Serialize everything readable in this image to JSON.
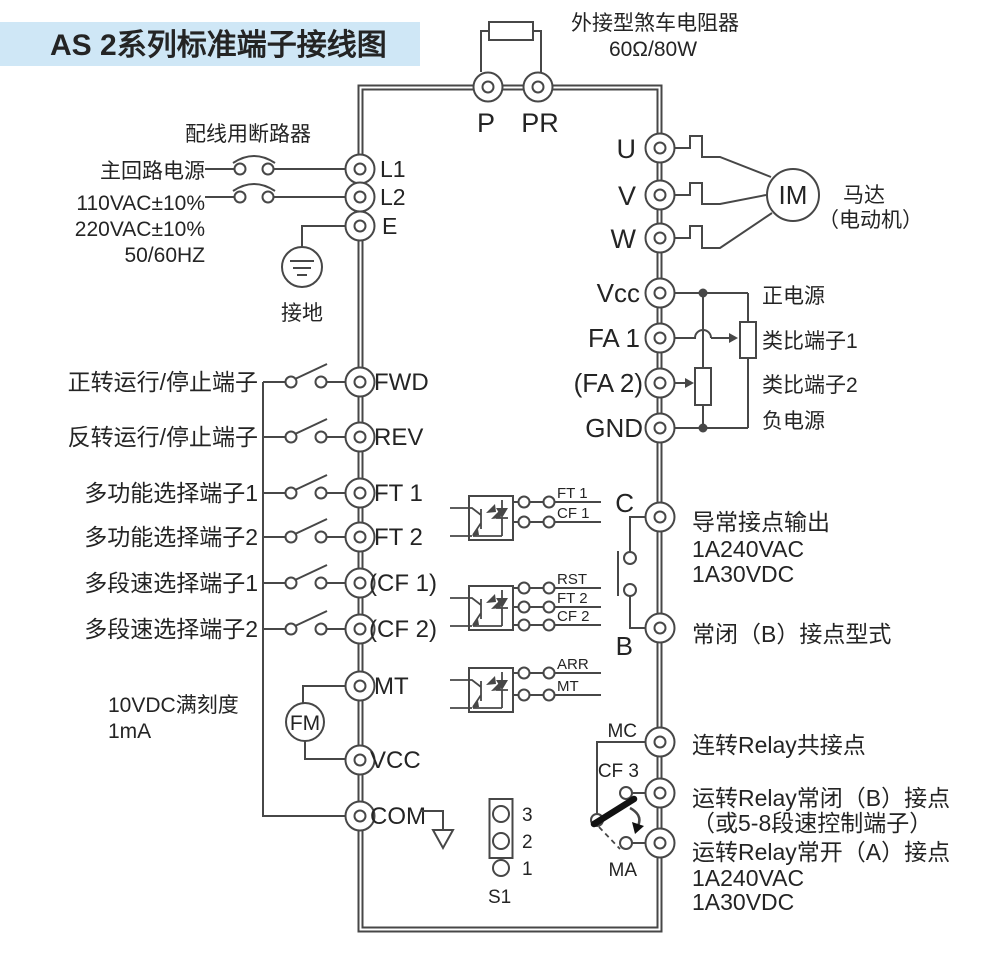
{
  "title": "AS 2系列标准端子接线图",
  "colors": {
    "line": "#474747",
    "text": "#242424",
    "title_bg": "#cfe7f6",
    "lever": "#111111"
  },
  "brake": {
    "label": "外接型煞车电阻器",
    "rating": "60Ω/80W",
    "p": "P",
    "pr": "PR"
  },
  "power": {
    "breaker": "配线用断路器",
    "main": "主回路电源",
    "volt1": "110VAC±10%",
    "volt2": "220VAC±10%",
    "freq": "50/60HZ",
    "ground": "接地",
    "l1": "L1",
    "l2": "L2",
    "e": "E"
  },
  "motor": {
    "u": "U",
    "v": "V",
    "w": "W",
    "im": "IM",
    "name": "马达",
    "name2": "（电动机）"
  },
  "analog": {
    "vcc": "Vcc",
    "fa1": "FA 1",
    "fa2": "(FA 2)",
    "gnd": "GND",
    "pos": "正电源",
    "t1": "类比端子1",
    "t2": "类比端子2",
    "neg": "负电源"
  },
  "inputs": {
    "rows": [
      {
        "label": "正转运行/停止端子",
        "terminal": "FWD"
      },
      {
        "label": "反转运行/停止端子",
        "terminal": "REV"
      },
      {
        "label": "多功能选择端子1",
        "terminal": "FT 1"
      },
      {
        "label": "多功能选择端子2",
        "terminal": "FT 2"
      },
      {
        "label": "多段速选择端子1",
        "terminal": "(CF 1)"
      },
      {
        "label": "多段速选择端子2",
        "terminal": "(CF 2)"
      }
    ]
  },
  "meter": {
    "scale": "10VDC满刻度",
    "current": "1mA",
    "fm": "FM",
    "mt": "MT",
    "vcc": "VCC",
    "com": "COM"
  },
  "opto": {
    "groups": [
      {
        "pins": [
          "FT 1",
          "CF 1"
        ]
      },
      {
        "pins": [
          "RST",
          "FT 2",
          "CF 2"
        ]
      },
      {
        "pins": [
          "ARR",
          "MT"
        ]
      }
    ]
  },
  "relay_cb": {
    "c": "C",
    "b": "B",
    "out1": "导常接点输出",
    "out2": "1A240VAC",
    "out3": "1A30VDC",
    "b_note": "常闭（B）接点型式"
  },
  "relay_run": {
    "mc": "MC",
    "cf3": "CF 3",
    "ma": "MA",
    "note1": "连转Relay共接点",
    "note2": "运转Relay常闭（B）接点",
    "note3": "（或5-8段速控制端子）",
    "note4": "运转Relay常开（A）接点",
    "note5": "1A240VAC",
    "note6": "1A30VDC"
  },
  "s1": {
    "label": "S1",
    "pin3": "3",
    "pin2": "2",
    "pin1": "1"
  }
}
